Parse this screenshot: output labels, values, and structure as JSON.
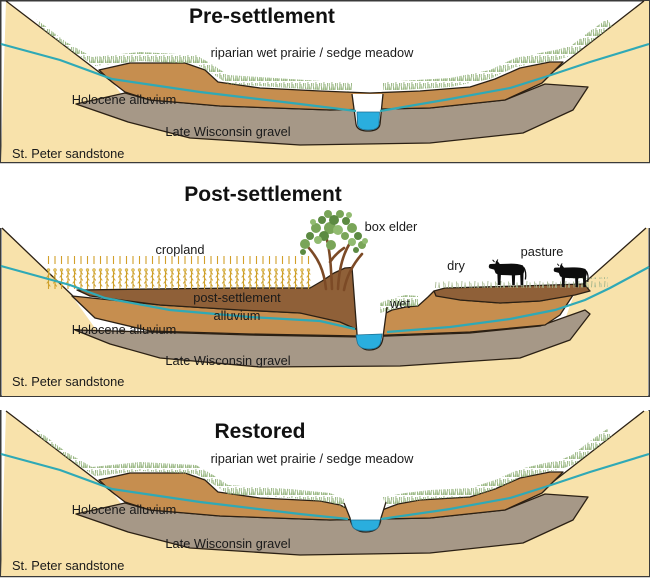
{
  "panels": [
    {
      "id": "pre-settlement",
      "title": "Pre-settlement",
      "riparian_label": "riparian wet prairie / sedge meadow",
      "holocene_label": "Holocene alluvium",
      "gravel_label": "Late Wisconsin gravel",
      "sandstone_label": "St. Peter sandstone"
    },
    {
      "id": "post-settlement",
      "title": "Post-settlement",
      "cropland_label": "cropland",
      "box_elder_label": "box elder",
      "post_settlement_label_line1": "post-settlement",
      "post_settlement_label_line2": "alluvium",
      "wet_label": "wet",
      "dry_label": "dry",
      "pasture_label": "pasture",
      "holocene_label": "Holocene alluvium",
      "gravel_label": "Late Wisconsin gravel",
      "sandstone_label": "St. Peter sandstone"
    },
    {
      "id": "restored",
      "title": "Restored",
      "riparian_label": "riparian wet prairie / sedge meadow",
      "holocene_label": "Holocene alluvium",
      "gravel_label": "Late Wisconsin gravel",
      "sandstone_label": "St. Peter sandstone"
    }
  ],
  "colors": {
    "sandstone": "#f8e2ab",
    "holocene_alluvium": "#c68e4f",
    "post_settlement_alluvium": "#8f6038",
    "gravel": "#a69887",
    "stream_water": "#2aaede",
    "water_table": "#2fa9b6",
    "cow": "#0d0d0d"
  }
}
